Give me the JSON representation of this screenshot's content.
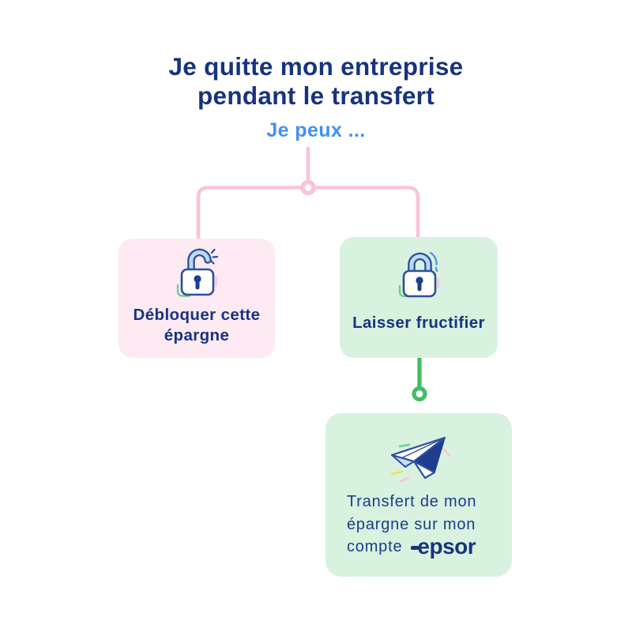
{
  "header": {
    "title_line1": "Je quitte mon entreprise",
    "title_line2": "pendant le transfert",
    "subtitle": "Je peux ..."
  },
  "branches": {
    "unlock": {
      "label_line1": "Débloquer cette",
      "label_line2": "épargne",
      "icon": "open-padlock-icon"
    },
    "keep": {
      "label": "Laisser fructifier",
      "icon": "closed-padlock-icon"
    },
    "transfer": {
      "line1": "Transfert de mon",
      "line2": "épargne sur mon",
      "line3": "compte",
      "brand": "epsor",
      "icon": "paper-plane-icon"
    }
  },
  "colors": {
    "navy_text": "#17337f",
    "subtitle_blue": "#4190f7",
    "pink_connector": "#fac3d8",
    "pink_card_bg": "#fdeaf2",
    "green_card_bg": "#d8f2df",
    "green_connector": "#41bd63",
    "icon_outline": "#2d4f9e",
    "icon_light_blue": "#bdd9f4",
    "icon_green_accent": "#6fd08d",
    "icon_yellow_accent": "#f2dd4e",
    "brand_navy": "#17337f"
  }
}
